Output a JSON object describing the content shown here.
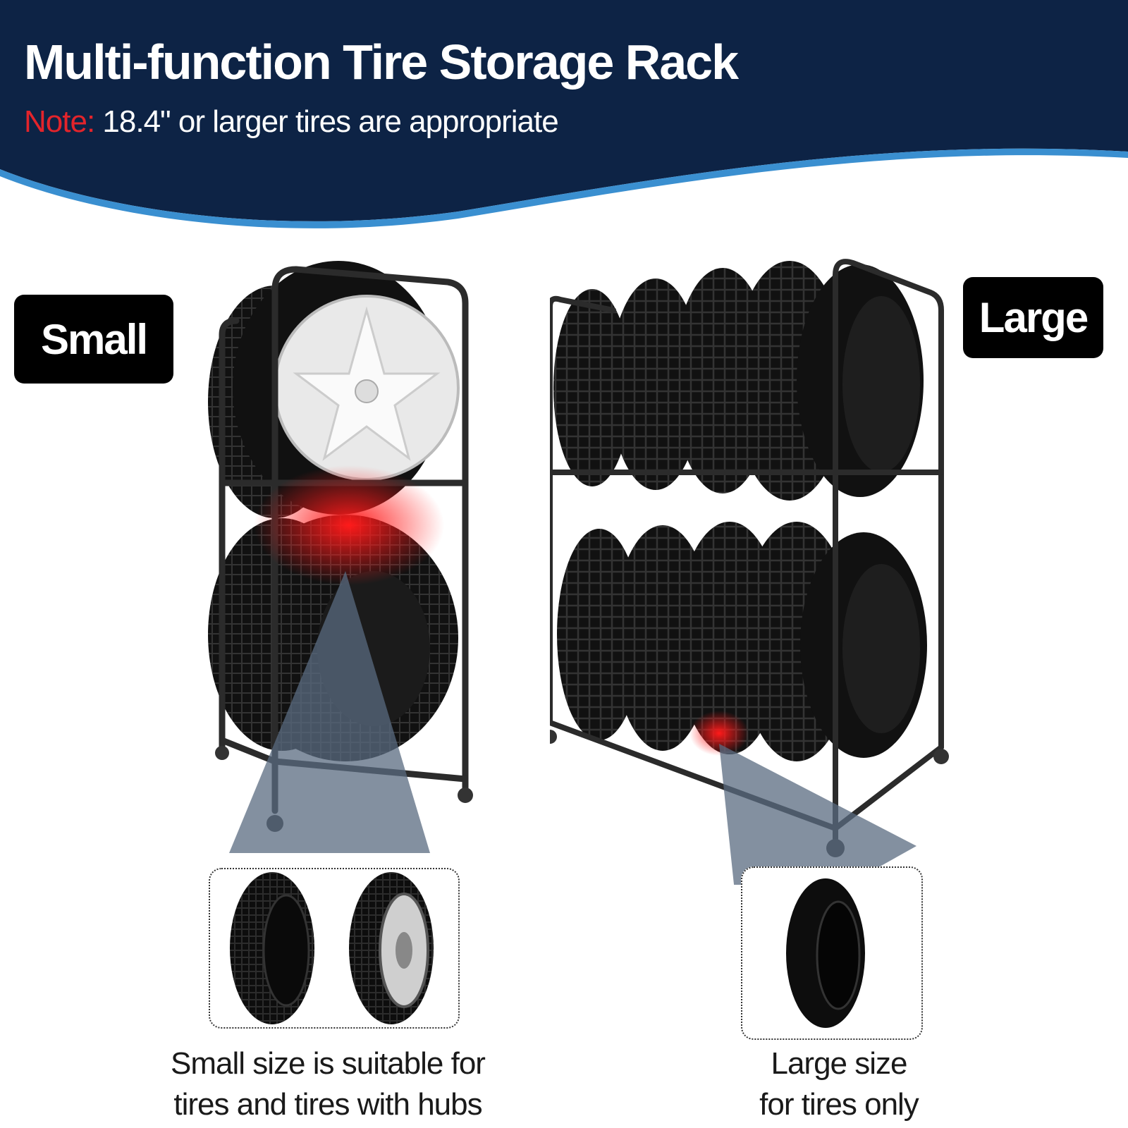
{
  "header": {
    "title": "Multi-function Tire Storage Rack",
    "note_label": "Note:",
    "note_text": " 18.4\" or larger tires are appropriate",
    "bg_color": "#0d2345",
    "wave_color": "#3a8fd0"
  },
  "badges": {
    "small": "Small",
    "large": "Large"
  },
  "captions": {
    "small_line1": "Small size is suitable for",
    "small_line2": "tires and tires with hubs",
    "large_line1": "Large size",
    "large_line2": "for tires only"
  },
  "colors": {
    "highlight": "#ff1a1a",
    "rack": "#2b2b2b",
    "tire": "#151515",
    "beam": "#5a6b80"
  }
}
